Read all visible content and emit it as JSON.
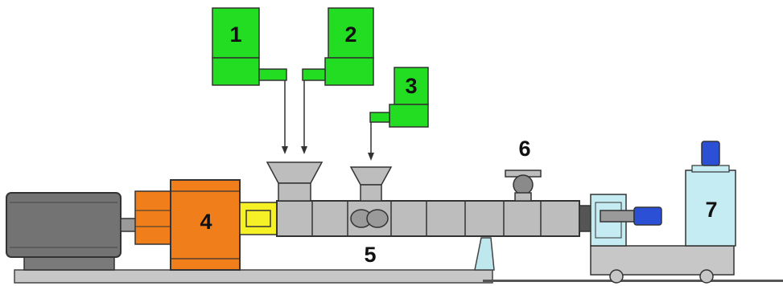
{
  "diagram": {
    "labels": {
      "feeder_1": "1",
      "feeder_2": "2",
      "feeder_3": "3",
      "gearbox": "4",
      "barrel": "5",
      "vent": "6",
      "pelletizer": "7"
    },
    "colors": {
      "feeder_green": "#22dd22",
      "motor_gray": "#737373",
      "gearbox_orange": "#f07f1b",
      "coupling_yellow": "#f6f126",
      "barrel_gray": "#bdbdbd",
      "cooling_cyan": "#c4ecf2",
      "die_blue": "#2b50d6",
      "base_gray": "#c7c7c7",
      "outline": "#333333"
    },
    "icons": [
      "motor",
      "gearbox",
      "feed-hopper",
      "vent-port",
      "screw-elements",
      "pelletizer-cart"
    ]
  }
}
